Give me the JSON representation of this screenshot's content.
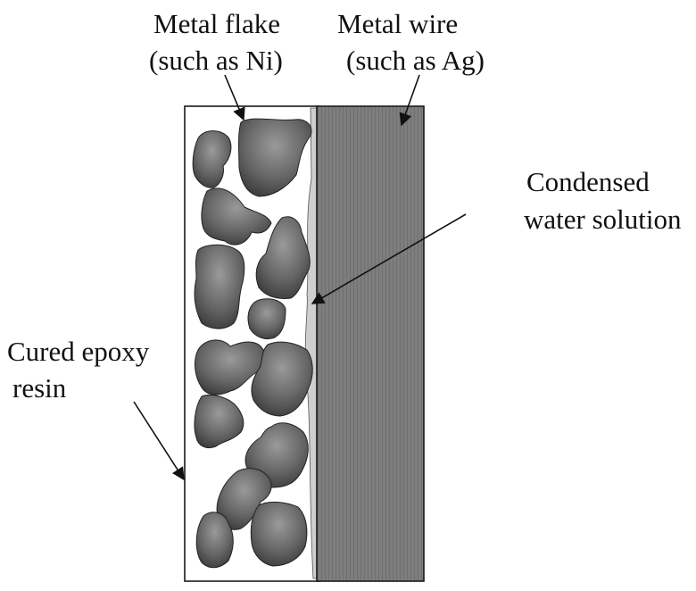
{
  "labels": {
    "metal_flake": {
      "line1": "Metal flake",
      "line2": "(such as Ni)"
    },
    "metal_wire": {
      "line1": "Metal wire",
      "line2": "(such as Ag)"
    },
    "condensed_water": {
      "line1": "Condensed",
      "line2": "water solution"
    },
    "cured_epoxy": {
      "line1": "Cured epoxy",
      "line2": "resin"
    }
  },
  "colors": {
    "wire_fill": "#7c7c7c",
    "flake_dark": "#4a4a4a",
    "flake_light": "#8a8a8a",
    "epoxy_fill": "#ffffff",
    "water_fill": "#cfcfcf",
    "outline": "#1a1a1a"
  }
}
